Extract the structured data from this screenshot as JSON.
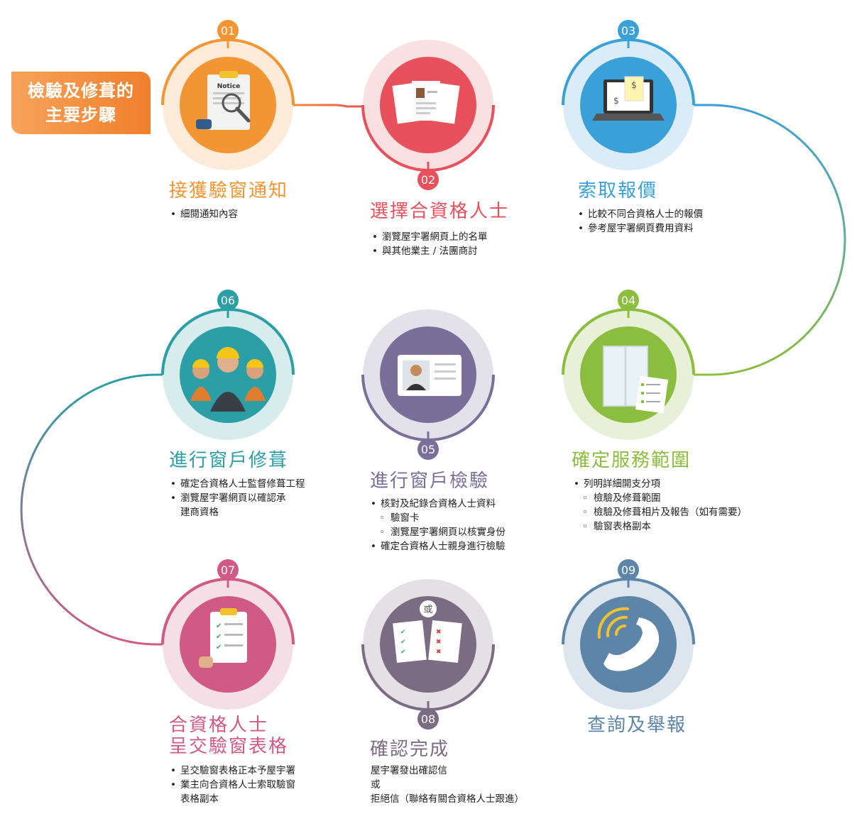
{
  "header": {
    "title_line1": "檢驗及修葺的",
    "title_line2": "主要步驟"
  },
  "colors": {
    "orange": "#f29532",
    "red": "#e8505b",
    "blue": "#3aa1d8",
    "green": "#8bbd3e",
    "purple": "#7a6f9b",
    "teal": "#2b9ea6",
    "pink": "#d05a84",
    "mauve": "#7c6c83",
    "steel": "#5d85a8"
  },
  "steps": [
    {
      "num": "01",
      "title": "接獲驗窗通知",
      "icon": "notice-magnifier-icon",
      "bullets": [
        "細閱通知內容"
      ]
    },
    {
      "num": "02",
      "title": "選擇合資格人士",
      "icon": "resume-documents-icon",
      "bullets": [
        "瀏覽屋宇署網頁上的名單",
        "與其他業主 / 法團商討"
      ]
    },
    {
      "num": "03",
      "title": "索取報價",
      "icon": "laptop-quotation-icon",
      "bullets": [
        "比較不同合資格人士的報價",
        "參考屋宇署網頁費用資料"
      ]
    },
    {
      "num": "04",
      "title": "確定服務範圍",
      "icon": "window-checklist-icon",
      "bullets": [
        "列明詳細開支分項"
      ],
      "subs": [
        "檢驗及修葺範圍",
        "檢驗及修葺相片及報告（如有需要）",
        "驗窗表格副本"
      ]
    },
    {
      "num": "05",
      "title": "進行窗戶檢驗",
      "icon": "id-card-icon",
      "bullets": [
        "核對及紀錄合資格人士資料",
        "確定合資格人士親身進行檢驗"
      ],
      "subs": [
        "驗窗卡",
        "瀏覽屋宇署網頁以核實身份"
      ]
    },
    {
      "num": "06",
      "title": "進行窗戶修葺",
      "icon": "workers-helmet-icon",
      "bullets": [
        "確定合資格人士監督修葺工程",
        "瀏覽屋宇署網頁以確認承",
        "建商資格"
      ]
    },
    {
      "num": "07",
      "title_line1": "合資格人士",
      "title_line2": "呈交驗窗表格",
      "icon": "clipboard-checklist-icon",
      "bullets": [
        "呈交驗窗表格正本予屋宇署",
        "業主向合資格人士索取驗窗",
        "表格副本"
      ]
    },
    {
      "num": "08",
      "title": "確認完成",
      "icon": "confirm-reject-letters-icon",
      "icon_text": "或",
      "lines": [
        "屋宇署發出確認信",
        "或",
        "拒絕信（聯絡有關合資格人士跟進）"
      ]
    },
    {
      "num": "09",
      "title": "查詢及舉報",
      "icon": "phone-call-icon"
    }
  ]
}
